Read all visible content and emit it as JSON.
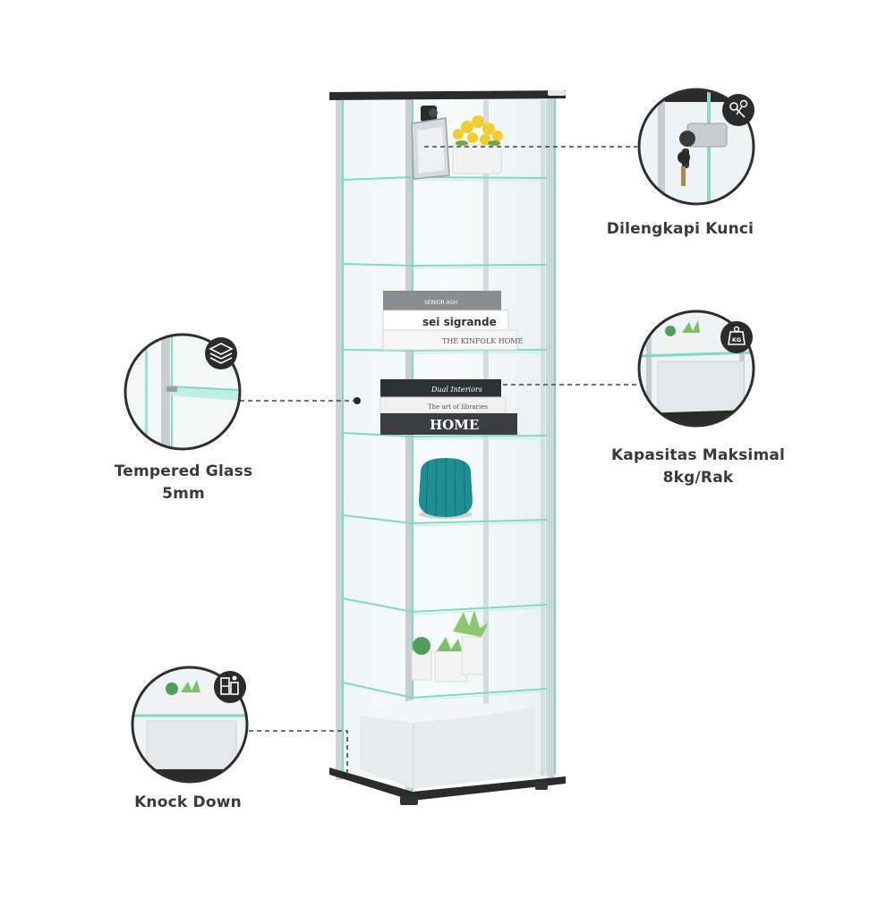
{
  "features": {
    "lock": {
      "lines": [
        "Dilengkapi Kunci"
      ],
      "icon": "keys-icon"
    },
    "capacity": {
      "lines": [
        "Kapasitas Maksimal",
        "8kg/Rak"
      ],
      "icon": "weight-kg-icon",
      "icon_text": "KG"
    },
    "glass": {
      "lines": [
        "Tempered Glass",
        "5mm"
      ],
      "icon": "layers-icon"
    },
    "knockdown": {
      "lines": [
        "Knock Down"
      ],
      "icon": "cabinet-icon"
    }
  },
  "props": {
    "book_top": [
      "SENIOR ASH",
      "sei sigrande",
      "THE KINFOLK HOME"
    ],
    "book_mid": [
      "Dual Interiors",
      "The art of libraries",
      "HOME"
    ]
  },
  "colors": {
    "glass_edge": "#7fd9c4",
    "frame": "#2b2b2b",
    "label_text": "#3a3a3a",
    "icon_badge": "#2b2b2b",
    "vase": "#1f8e92"
  }
}
